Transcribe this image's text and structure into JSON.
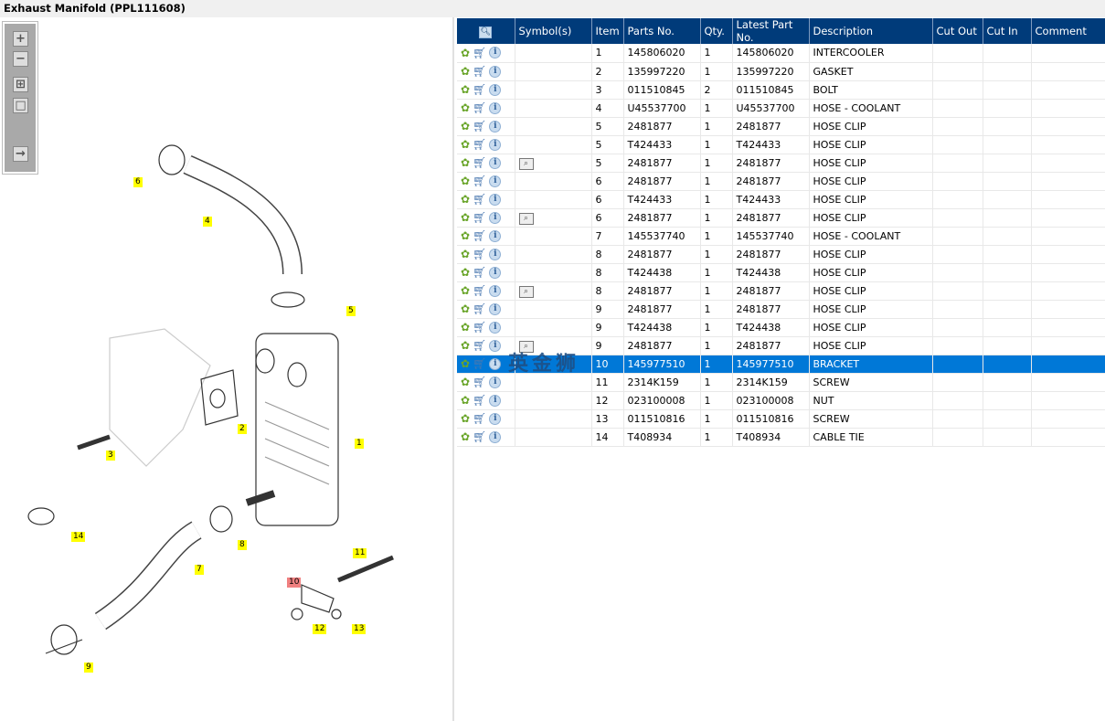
{
  "title": "Exhaust Manifold (PPL111608)",
  "toolbar": {
    "zoom_in": "+",
    "zoom_out": "−",
    "fit": "⊞",
    "actual": "□",
    "export": "→"
  },
  "callouts": [
    "6",
    "4",
    "5",
    "2",
    "1",
    "3",
    "14",
    "8",
    "7",
    "11",
    "10",
    "12",
    "13",
    "9"
  ],
  "watermark": "英金狮",
  "table": {
    "headers": [
      "",
      "Symbol(s)",
      "Item",
      "Parts No.",
      "Qty.",
      "Latest Part No.",
      "Description",
      "Cut Out",
      "Cut In",
      "Comment"
    ],
    "rows": [
      {
        "sym": false,
        "item": "1",
        "part": "145806020",
        "qty": "1",
        "latest": "145806020",
        "desc": "INTERCOOLER"
      },
      {
        "sym": false,
        "item": "2",
        "part": "135997220",
        "qty": "1",
        "latest": "135997220",
        "desc": "GASKET"
      },
      {
        "sym": false,
        "item": "3",
        "part": "011510845",
        "qty": "2",
        "latest": "011510845",
        "desc": "BOLT"
      },
      {
        "sym": false,
        "item": "4",
        "part": "U45537700",
        "qty": "1",
        "latest": "U45537700",
        "desc": "HOSE - COOLANT"
      },
      {
        "sym": false,
        "item": "5",
        "part": "2481877",
        "qty": "1",
        "latest": "2481877",
        "desc": "HOSE CLIP"
      },
      {
        "sym": false,
        "item": "5",
        "part": "T424433",
        "qty": "1",
        "latest": "T424433",
        "desc": "HOSE CLIP"
      },
      {
        "sym": true,
        "item": "5",
        "part": "2481877",
        "qty": "1",
        "latest": "2481877",
        "desc": "HOSE CLIP"
      },
      {
        "sym": false,
        "item": "6",
        "part": "2481877",
        "qty": "1",
        "latest": "2481877",
        "desc": "HOSE CLIP"
      },
      {
        "sym": false,
        "item": "6",
        "part": "T424433",
        "qty": "1",
        "latest": "T424433",
        "desc": "HOSE CLIP"
      },
      {
        "sym": true,
        "item": "6",
        "part": "2481877",
        "qty": "1",
        "latest": "2481877",
        "desc": "HOSE CLIP"
      },
      {
        "sym": false,
        "item": "7",
        "part": "145537740",
        "qty": "1",
        "latest": "145537740",
        "desc": "HOSE - COOLANT"
      },
      {
        "sym": false,
        "item": "8",
        "part": "2481877",
        "qty": "1",
        "latest": "2481877",
        "desc": "HOSE CLIP"
      },
      {
        "sym": false,
        "item": "8",
        "part": "T424438",
        "qty": "1",
        "latest": "T424438",
        "desc": "HOSE CLIP"
      },
      {
        "sym": true,
        "item": "8",
        "part": "2481877",
        "qty": "1",
        "latest": "2481877",
        "desc": "HOSE CLIP"
      },
      {
        "sym": false,
        "item": "9",
        "part": "2481877",
        "qty": "1",
        "latest": "2481877",
        "desc": "HOSE CLIP"
      },
      {
        "sym": false,
        "item": "9",
        "part": "T424438",
        "qty": "1",
        "latest": "T424438",
        "desc": "HOSE CLIP"
      },
      {
        "sym": true,
        "item": "9",
        "part": "2481877",
        "qty": "1",
        "latest": "2481877",
        "desc": "HOSE CLIP"
      },
      {
        "sym": false,
        "item": "10",
        "part": "145977510",
        "qty": "1",
        "latest": "145977510",
        "desc": "BRACKET",
        "selected": true
      },
      {
        "sym": false,
        "item": "11",
        "part": "2314K159",
        "qty": "1",
        "latest": "2314K159",
        "desc": "SCREW"
      },
      {
        "sym": false,
        "item": "12",
        "part": "023100008",
        "qty": "1",
        "latest": "023100008",
        "desc": "NUT"
      },
      {
        "sym": false,
        "item": "13",
        "part": "011510816",
        "qty": "1",
        "latest": "011510816",
        "desc": "SCREW"
      },
      {
        "sym": false,
        "item": "14",
        "part": "T408934",
        "qty": "1",
        "latest": "T408934",
        "desc": "CABLE TIE"
      }
    ]
  }
}
